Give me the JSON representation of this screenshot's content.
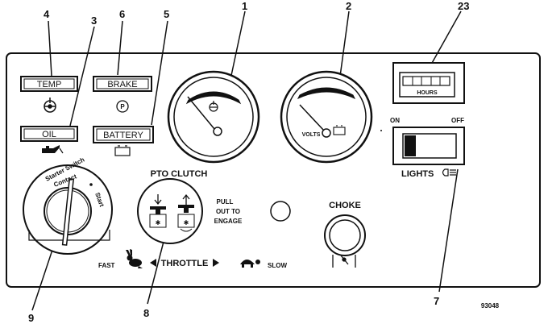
{
  "callouts": {
    "n1": "1",
    "n2": "2",
    "n3": "3",
    "n4": "4",
    "n5": "5",
    "n6": "6",
    "n7": "7",
    "n8": "8",
    "n9": "9",
    "n23": "23"
  },
  "indicators": {
    "temp": "TEMP",
    "oil": "OIL",
    "brake": "BRAKE",
    "battery": "BATTERY",
    "brake_symbol": "P"
  },
  "gauges": {
    "volts_label": "VOLTS"
  },
  "hour_meter": {
    "label": "HOURS"
  },
  "lights_switch": {
    "on_label": "ON",
    "off_label": "OFF",
    "label": "LIGHTS"
  },
  "starter_switch": {
    "label_line1": "Starter Switch",
    "label_line2": "Contact",
    "start_label": "Start"
  },
  "pto_clutch": {
    "title": "PTO CLUTCH",
    "instruction_line1": "PULL",
    "instruction_line2": "OUT TO",
    "instruction_line3": "ENGAGE"
  },
  "throttle": {
    "fast_label": "FAST",
    "label": "THROTTLE",
    "slow_label": "SLOW"
  },
  "choke": {
    "label": "CHOKE"
  },
  "figure_number": "93048",
  "icons": [
    "temperature-icon",
    "oil-can-icon",
    "parking-brake-icon",
    "battery-icon",
    "rabbit-icon",
    "turtle-icon",
    "headlight-icon",
    "clutch-engage-icon",
    "clutch-disengage-icon"
  ]
}
